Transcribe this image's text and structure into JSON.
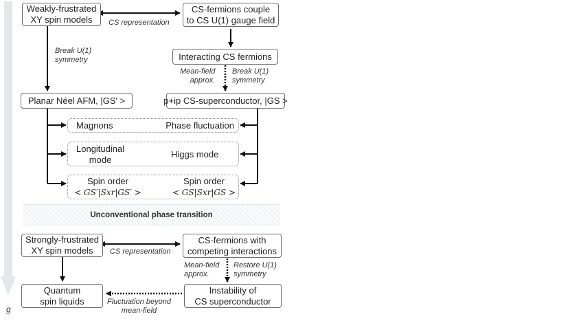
{
  "boxes": {
    "weakly_frustrated": [
      "Weakly-frustrated",
      "XY spin models"
    ],
    "cs_fermions_gauge": [
      "CS-fermions couple",
      "to CS U(1) gauge field"
    ],
    "interacting_cs_fermions": "Interacting CS fermions",
    "planar_neel": "Planar Néel AFM, |GS′ >",
    "pip_superconductor": "p+ip CS-superconductor, |GS >",
    "strongly_frustrated": [
      "Strongly-frustrated",
      "XY spin models"
    ],
    "cs_fermions_competing": [
      "CS-fermions with",
      "competing interactions"
    ],
    "quantum_spin_liquids": [
      "Quantum",
      "spin liquids"
    ],
    "instability": [
      "Instability of",
      "CS superconductor"
    ]
  },
  "rows": {
    "magnons": {
      "left": "Magnons",
      "right": "Phase fluctuation"
    },
    "longitudinal": {
      "left": [
        "Longitudinal",
        "mode"
      ],
      "right": "Higgs mode"
    },
    "spin_order": {
      "left": "Spin order",
      "left_formula": "< GS′|Sxr|GS′ >",
      "right": "Spin order",
      "right_formula": "< GS|Sxr|GS >"
    }
  },
  "labels": {
    "cs_representation_top": "CS representation",
    "break_u1_left": [
      "Break U(1)",
      "symmetry"
    ],
    "mean_field_top": [
      "Mean-field",
      "approx."
    ],
    "break_u1_right": [
      "Break U(1)",
      "symmetry"
    ],
    "cs_representation_bottom": "CS representation",
    "mean_field_bottom": [
      "Mean-field",
      "approx."
    ],
    "restore_u1": [
      "Restore U(1)",
      "symmetry"
    ],
    "fluctuation_beyond": [
      "Fluctuation beyond",
      "mean-field"
    ]
  },
  "phase_transition": "Unconventional phase transition",
  "axis_label": "g",
  "colors": {
    "line": "#111111",
    "border": "#6b6b6b",
    "axis_arrow": "#d5dcde",
    "hatch": "#eef3f5"
  }
}
